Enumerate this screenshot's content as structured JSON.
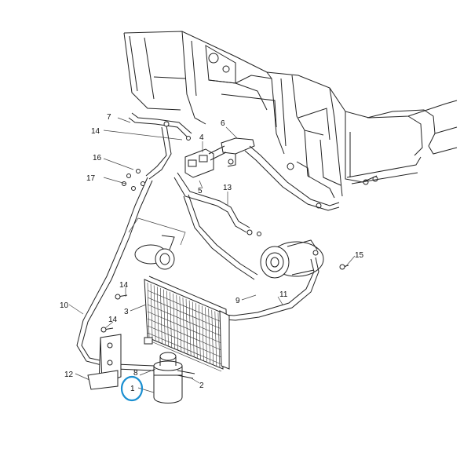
{
  "diagram": {
    "callouts": [
      {
        "id": "c7",
        "label": "7"
      },
      {
        "id": "c14a",
        "label": "14"
      },
      {
        "id": "c6",
        "label": "6"
      },
      {
        "id": "c4",
        "label": "4"
      },
      {
        "id": "c16",
        "label": "16"
      },
      {
        "id": "c17",
        "label": "17"
      },
      {
        "id": "c5",
        "label": "5"
      },
      {
        "id": "c13",
        "label": "13"
      },
      {
        "id": "c15",
        "label": "15"
      },
      {
        "id": "c14b",
        "label": "14"
      },
      {
        "id": "c10",
        "label": "10"
      },
      {
        "id": "c3",
        "label": "3"
      },
      {
        "id": "c9",
        "label": "9"
      },
      {
        "id": "c11",
        "label": "11"
      },
      {
        "id": "c14c",
        "label": "14"
      },
      {
        "id": "c8",
        "label": "8"
      },
      {
        "id": "c12",
        "label": "12"
      },
      {
        "id": "c1",
        "label": "1"
      },
      {
        "id": "c2",
        "label": "2"
      }
    ],
    "highlight": {
      "target": "1",
      "color": "#1a8fd1"
    }
  }
}
